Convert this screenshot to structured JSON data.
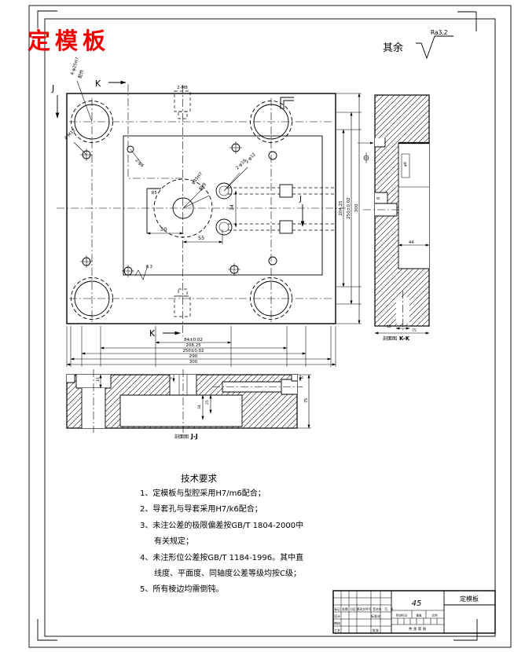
{
  "drawing": {
    "title": "定模板",
    "roughness": {
      "prefix": "其余",
      "value": "Ra3.2"
    }
  },
  "sections": {
    "j": "J",
    "k": "K",
    "kk_prefix": "剖面图",
    "kk": "K-K",
    "jj_prefix": "剖面图",
    "jj": "J-J"
  },
  "main": {
    "labels": {
      "slot_top": "2-M8",
      "guide": "4-φ25H7",
      "guide2": "配作",
      "screws": "4-M12",
      "pins": "2-φ6",
      "center": "φ35H7",
      "center2": "配作",
      "water1": "2-φ10",
      "water2": "2-φ12",
      "rough": "6.3",
      "radius": "R5"
    },
    "dims": {
      "d30": "30",
      "d55": "55",
      "d34": "34",
      "bottom": [
        "84±0.02",
        "208.25",
        "250±0.02",
        "290",
        "300"
      ],
      "right": [
        "204.25",
        "250±0.02",
        "300"
      ]
    }
  },
  "kk": {
    "d6": "6",
    "d44": "44",
    "dphi8": "φ8",
    "d12": "12",
    "d75": "75"
  },
  "jj": {
    "d15": "15",
    "d5": "5",
    "d25": "25",
    "d34": "34",
    "d6": "6",
    "d75": "75"
  },
  "tech": {
    "title": "技术要求",
    "lines": [
      "1、定模板与型腔采用H7/m6配合；",
      "2、导套孔与导套采用H7/k6配合；",
      "3、未注公差的极限偏差按GB/T 1804-2000中",
      "有关规定；",
      "4、未注形位公差按GB/T 1184-1996。其中直",
      "线度、平面度、同轴度公差等级均按C级；",
      "5、所有棱边均需倒钝。"
    ]
  },
  "tb": {
    "material": "45",
    "name": "定模板",
    "headers": [
      "标记",
      "处数",
      "分区",
      "更改文件号",
      "签名",
      "年、月、日"
    ],
    "design": "设计",
    "check": "审核",
    "craft": "工艺",
    "std": "标准化",
    "approve": "批准",
    "stage": "阶段标记",
    "weight": "重量",
    "scale": "比例",
    "sheets": "共  张  第  张"
  }
}
